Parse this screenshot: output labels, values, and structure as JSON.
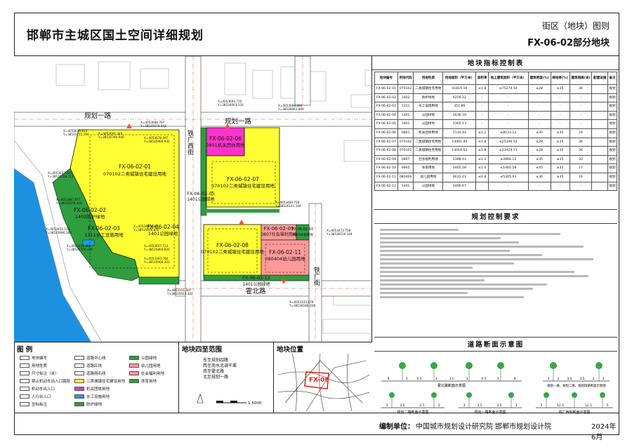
{
  "header": {
    "title": "邯郸市主城区国土空间详细规划",
    "sheet_type": "街区（地块）图则",
    "sheet_code": "FX-06-02部分地块"
  },
  "map": {
    "roads": [
      "规划一路",
      "霍北路",
      "铁广西街",
      "规划一路",
      "铁广街"
    ],
    "parcels": [
      {
        "code": "FX-06-02-01",
        "use": "070102二类城镇住宅建设用地",
        "color": "#ffff33"
      },
      {
        "code": "FX-06-02-02",
        "use": "1402防护绿地",
        "color": "#2e9e3e"
      },
      {
        "code": "FX-06-02-03",
        "use": "1311水工设施用地",
        "color": "#2e9e3e"
      },
      {
        "code": "FX-06-02-04",
        "use": "1401公园绿地",
        "color": "#2e9e3e"
      },
      {
        "code": "FX-06-02-05",
        "use": "1401公园绿地",
        "color": "#2e9e3e"
      },
      {
        "code": "FX-06-02-06",
        "use": "0801机关团体用地",
        "color": "#ff33cc"
      },
      {
        "code": "FX-06-02-07",
        "use": "070102二类城镇住宅建设用地",
        "color": "#ffff33"
      },
      {
        "code": "FX-06-02-08",
        "use": "070102二类城镇住宅建设用地",
        "color": "#ffff33"
      },
      {
        "code": "FX-06-02-09",
        "use": "0807社会福利用地",
        "color": "#ff9999"
      },
      {
        "code": "FX-06-02-10",
        "use": "0805体育用地",
        "color": "#2e9e3e"
      },
      {
        "code": "FX-06-02-11",
        "use": "080404幼儿园用地",
        "color": "#ff9999"
      },
      {
        "code": "FX-06-02-12",
        "use": "1401公园绿地",
        "color": "#2e9e3e"
      }
    ],
    "coords": [
      "X=4053693.710",
      "Y=38536063.120",
      "X=4053688.860",
      "Y=38536063.809",
      "X=4053686.767",
      "Y=38535678.943",
      "X=4053676.613",
      "Y=38535715.294",
      "X=4053691.349",
      "Y=38535784.940",
      "X=4053678.497",
      "Y=38535906.932",
      "X=4053652.421",
      "Y=38535708.212",
      "X=4053487.877",
      "Y=38535678.416",
      "X=4053455.118",
      "Y=38535696.183",
      "X=4053452.262",
      "Y=38535700.329",
      "X=4053449.193",
      "Y=38535699.850",
      "X=4053407.723",
      "Y=38535804.820",
      "X=4053393.760",
      "Y=38535909.303",
      "X=4053351.307",
      "Y=38535913.302",
      "X=4053489.758",
      "Y=38536141.104",
      "X=4053472.758",
      "Y=38536150.104",
      "X=4053333.879",
      "Y=38536186.104"
    ]
  },
  "control_table": {
    "title": "地块指标控制表",
    "headers": [
      "地块编号",
      "用地代码",
      "用地性质",
      "用地面积（平方米）",
      "容积率",
      "地上建筑面积（平方米）",
      "建筑密度(%)",
      "绿地率(%)",
      "建筑限高(米)",
      "配建设施",
      "备注"
    ],
    "rows": [
      [
        "FX-06-02-01",
        "070102",
        "二类城镇住宅用地",
        "41819.19",
        "≤1.8",
        "≤75274.54",
        "≤28",
        "≥35",
        "36",
        "",
        "规划"
      ],
      [
        "FX-06-02-02",
        "1402",
        "防护绿地",
        "4256.32",
        "-",
        "-",
        "-",
        "-",
        "-",
        "",
        "规划"
      ],
      [
        "FX-06-02-03",
        "1311",
        "水工设施用地",
        "351.86",
        "-",
        "-",
        "-",
        "-",
        "-",
        "",
        "规划"
      ],
      [
        "FX-06-02-04",
        "1401",
        "公园绿地",
        "1636.18",
        "-",
        "-",
        "-",
        "-",
        "-",
        "",
        "规划"
      ],
      [
        "FX-06-02-05",
        "1401",
        "公园绿地",
        "1365.13",
        "-",
        "-",
        "-",
        "-",
        "-",
        "",
        "规划"
      ],
      [
        "FX-06-02-06",
        "0801",
        "机关团体用地",
        "7110.93",
        "≤1.2",
        "≤8533.12",
        "≤35",
        "≥35",
        "24",
        "",
        "规划"
      ],
      [
        "FX-06-02-07",
        "070102",
        "二类城镇住宅用地",
        "14081.40",
        "≤1.8",
        "≤25346.52",
        "≤28",
        "≥35",
        "36",
        "",
        "规划"
      ],
      [
        "FX-06-02-08",
        "070102",
        "二类城镇住宅用地",
        "13016.52",
        "≤1.8",
        "≤23429.73",
        "≤28",
        "≥35",
        "36",
        "",
        "规划"
      ],
      [
        "FX-06-02-09",
        "0807",
        "社会福利用地",
        "2388.43",
        "≤1.2",
        "≤2866.12",
        "≤35",
        "≥35",
        "30",
        "",
        "规划"
      ],
      [
        "FX-06-02-10",
        "0805",
        "体育用地",
        "1465.58",
        "≤1.0",
        "≤1465.58",
        "≤45",
        "≥35",
        "27",
        "",
        "规划"
      ],
      [
        "FX-06-02-11",
        "080404",
        "幼儿园用地",
        "6632.41",
        "≤0.8",
        "≤5305.93",
        "≤30",
        "≥35",
        "16",
        "",
        "规划"
      ],
      [
        "FX-06-02-12",
        "1401",
        "公园绿地",
        "1496.67",
        "-",
        "-",
        "-",
        "-",
        "-",
        "",
        "规划"
      ]
    ]
  },
  "requirements": {
    "title": "规划控制要求"
  },
  "road_sections": {
    "title": "道路断面示意图",
    "items": [
      {
        "caption": "霍北路断面示意图",
        "dims": [
          "9",
          "3",
          "6.5",
          "3",
          "13",
          "3",
          "6.5",
          "3",
          "9"
        ]
      },
      {
        "caption": "规划一路、规划二路、规划四路断面示意图",
        "dims": [
          "3",
          "2",
          "3.5",
          "3.5",
          "2",
          "3"
        ]
      },
      {
        "caption": "规划二路断面示意图",
        "dims": [
          "3",
          "3.5",
          "3.5",
          "3"
        ]
      },
      {
        "caption": "规划一路断面示意图",
        "dims": [
          "3",
          "3.5",
          "3.5",
          "3"
        ]
      },
      {
        "caption": "铁广西街断面示意图",
        "dims": [
          "5",
          "12.5",
          "12.5",
          "5"
        ]
      }
    ]
  },
  "legend": {
    "title": "图  例",
    "items": [
      {
        "label": "地块编号",
        "color": "#ffffff"
      },
      {
        "label": "用地性质",
        "color": "#ffffff"
      },
      {
        "label": "尺寸标注（米）",
        "color": "#ffffff"
      },
      {
        "label": "禁止机动车出入口路段",
        "color": "#ffffff"
      },
      {
        "label": "机动车出入口",
        "color": "#ffffff"
      },
      {
        "label": "人行出入口",
        "color": "#ffffff"
      },
      {
        "label": "坐标标注",
        "color": "#ffffff"
      },
      {
        "label": "道路中心线",
        "color": "#ffffff"
      },
      {
        "label": "道路红线",
        "color": "#ffffff"
      },
      {
        "label": "道路侧石线",
        "color": "#ffffff"
      },
      {
        "label": "二类城镇住宅建设用地",
        "color": "#ffff33"
      },
      {
        "label": "机关团体用地",
        "color": "#ff33cc"
      },
      {
        "label": "水工设施用地",
        "color": "#1aa0e6"
      },
      {
        "label": "防护绿地",
        "color": "#2e9e3e"
      },
      {
        "label": "公园绿地",
        "color": "#2e9e3e"
      },
      {
        "label": "幼儿园用地",
        "color": "#ff9999"
      },
      {
        "label": "社会福利用地",
        "color": "#ff9999"
      },
      {
        "label": "体育用地",
        "color": "#2e9e3e"
      }
    ]
  },
  "scope": {
    "title": "地块四至范围",
    "lines": [
      "东至规划四路",
      "西至南水北调干渠",
      "南至霍北路",
      "北至规划一路"
    ],
    "scale": "1:5000"
  },
  "location": {
    "title": "地块位置",
    "label": "FX-06"
  },
  "footer": {
    "label": "编制单位：",
    "org": "中国城市规划设计研究院  邯郸市规划设计院",
    "date": "2024年6月"
  }
}
